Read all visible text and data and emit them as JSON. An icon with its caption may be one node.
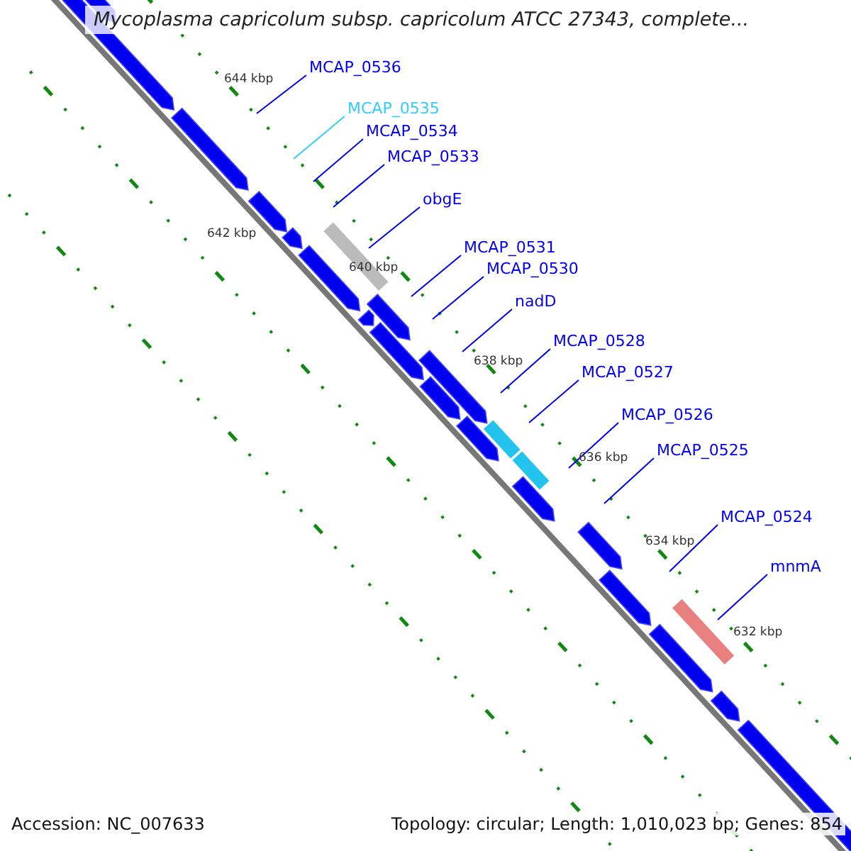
{
  "diagram": {
    "title": "Mycoplasma capricolum subsp. capricolum ATCC 27343, complete...",
    "nodes": [
      {
        "text": [
          "MCAP_0536"
        ]
      },
      {
        "text": [
          "MCAP_0535"
        ]
      },
      {
        "text": [
          "MCAP_0534"
        ]
      },
      {
        "text": [
          "MCAP_0533"
        ]
      },
      {
        "text": [
          "obgE"
        ]
      },
      {
        "text": [
          "MCAP_0531"
        ]
      },
      {
        "text": [
          "MCAP_0530"
        ]
      },
      {
        "text": [
          "nadD"
        ]
      },
      {
        "text": [
          "MCAP_0528"
        ]
      },
      {
        "text": [
          "MCAP_0527"
        ]
      },
      {
        "text": [
          "MCAP_0526"
        ]
      },
      {
        "text": [
          "MCAP_0525"
        ]
      },
      {
        "text": [
          "MCAP_0524"
        ]
      },
      {
        "text": [
          "mnmA"
        ]
      }
    ],
    "edges": [
      {
        "from": 0,
        "to": null,
        "arrow": "none"
      },
      {
        "from": 1,
        "to": null,
        "arrow": "none",
        "color": "#33ccff"
      },
      {
        "from": 2,
        "to": null,
        "arrow": "none"
      },
      {
        "from": 3,
        "to": null,
        "arrow": "none"
      },
      {
        "from": 4,
        "to": null,
        "arrow": "none"
      },
      {
        "from": 5,
        "to": null,
        "arrow": "none"
      },
      {
        "from": 6,
        "to": null,
        "arrow": "none"
      },
      {
        "from": 7,
        "to": null,
        "arrow": "none"
      },
      {
        "from": 8,
        "to": null,
        "arrow": "none"
      },
      {
        "from": 9,
        "to": null,
        "arrow": "none"
      },
      {
        "from": 10,
        "to": null,
        "arrow": "none"
      },
      {
        "from": 11,
        "to": null,
        "arrow": "none"
      },
      {
        "from": 12,
        "to": null,
        "arrow": "none"
      },
      {
        "from": 13,
        "to": null,
        "arrow": "none"
      }
    ],
    "labels": [
      "644 kbp",
      "642 kbp",
      "640 kbp",
      "638 kbp",
      "636 kbp",
      "634 kbp",
      "632 kbp",
      "Accession: NC_007633",
      "Topology: circular; Length: 1,010,023 bp; Genes: 854"
    ]
  }
}
